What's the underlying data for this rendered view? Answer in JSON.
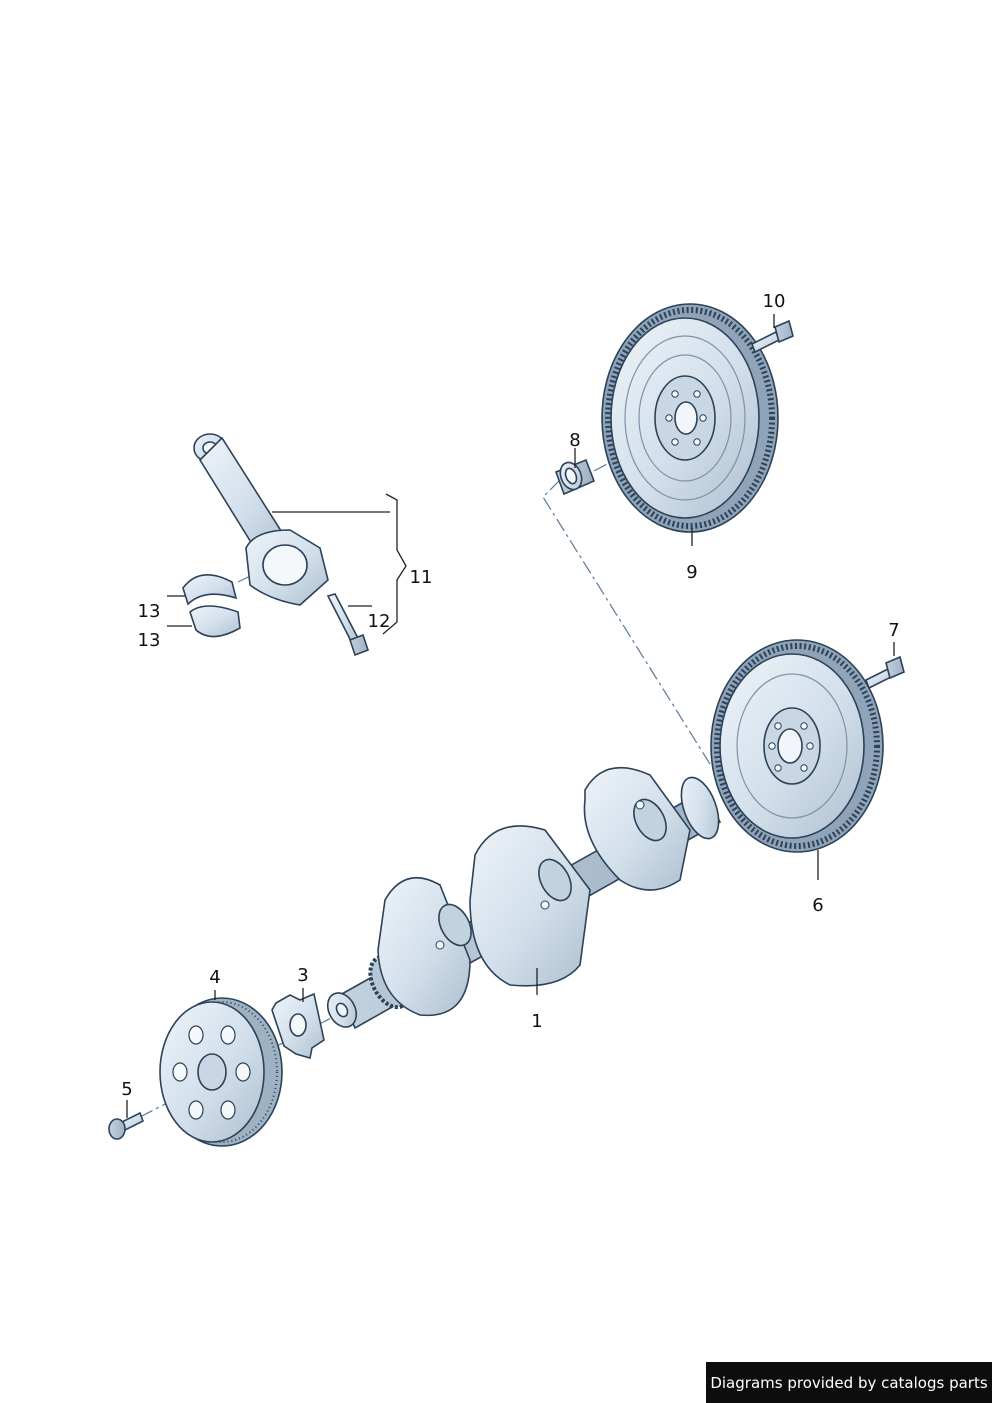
{
  "callouts": {
    "c1": "1",
    "c3": "3",
    "c4": "4",
    "c5": "5",
    "c6": "6",
    "c7": "7",
    "c8": "8",
    "c9": "9",
    "c10": "10",
    "c11": "11",
    "c12": "12",
    "c13a": "13",
    "c13b": "13"
  },
  "footer": {
    "text": "Diagrams provided by catalogs parts"
  },
  "colors": {
    "part_fill": "#d7e3ee",
    "part_shade": "#b9cad9",
    "outline": "#2c4258",
    "background": "#ffffff",
    "footer_bg": "#0d0d0d"
  }
}
